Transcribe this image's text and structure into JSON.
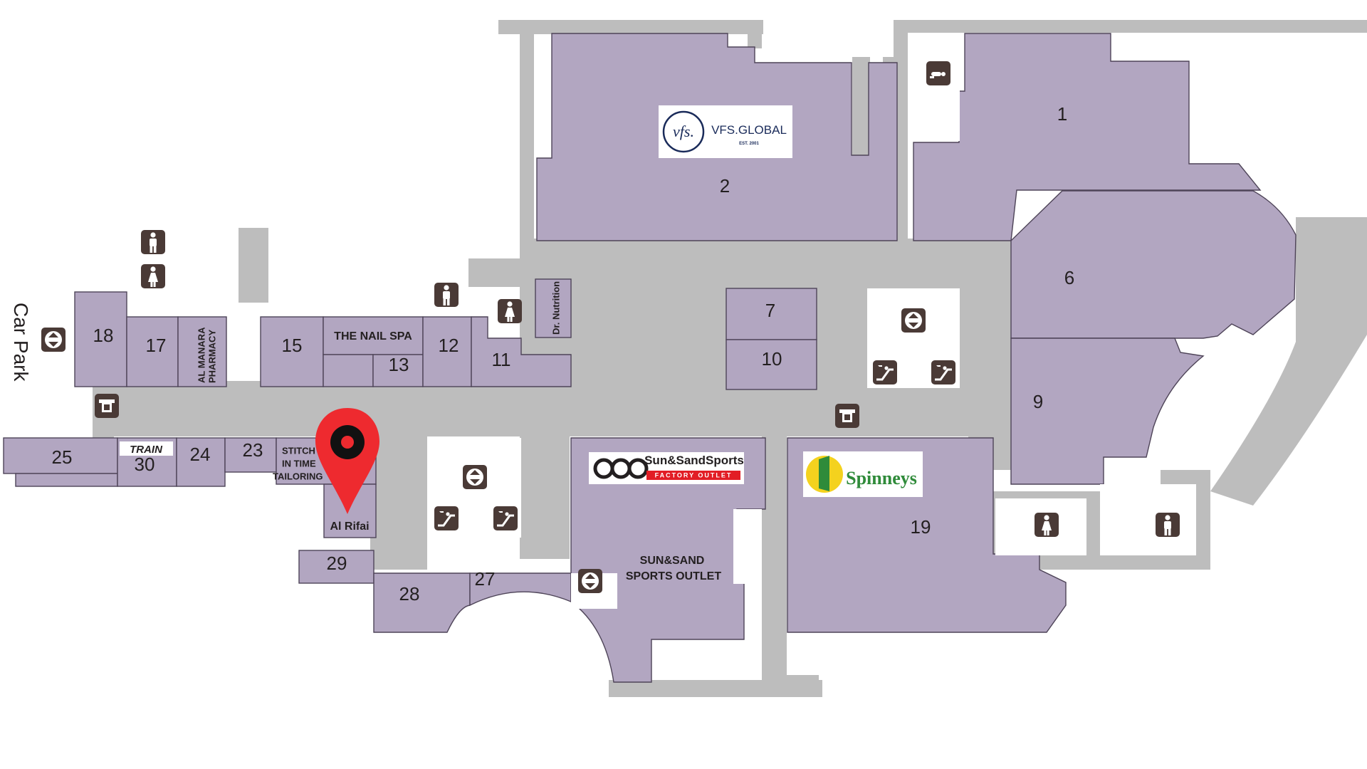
{
  "map": {
    "car_park_label": "Car Park",
    "units": {
      "u1": "1",
      "u2": "2",
      "u6": "6",
      "u7": "7",
      "u9": "9",
      "u10": "10",
      "u11": "11",
      "u12": "12",
      "u13": "13",
      "u15": "15",
      "u17": "17",
      "u18": "18",
      "u19": "19",
      "u23": "23",
      "u24": "24",
      "u25": "25",
      "u27": "27",
      "u28": "28",
      "u29": "29",
      "u30": "30"
    },
    "labels": {
      "nail_spa": "THE NAIL SPA",
      "dr_nutrition": "Dr. Nutrition",
      "al_manara_1": "AL MANARA",
      "al_manara_2": "PHARMACY",
      "stitch_1": "STITCH",
      "stitch_2": "IN TIME",
      "stitch_3": "TAILORING",
      "al_rifai": "Al Rifai",
      "sun_sand_1": "SUN&SAND",
      "sun_sand_2": "SPORTS OUTLET"
    },
    "logos": {
      "vfs_mark": "vfs.",
      "vfs_name": "VFS.GLOBAL",
      "vfs_est": "EST. 2001",
      "sun_sand_name": "Sun&SandSports",
      "sun_sand_sub": "FACTORY OUTLET",
      "spinneys": "Spinneys",
      "train": "TRAIN"
    },
    "icons": {
      "restroom_male": "male-restroom-icon",
      "restroom_female": "female-restroom-icon",
      "elevator": "elevator-icon",
      "escalator": "escalator-icon",
      "atm": "atm-icon",
      "prayer": "prayer-room-icon",
      "pin": "location-pin-icon"
    },
    "colors": {
      "unit_fill": "#b2a6c1",
      "corridor": "#bdbdbd",
      "pin": "#ee2a2f",
      "icon_bg": "#4a3a36"
    }
  }
}
